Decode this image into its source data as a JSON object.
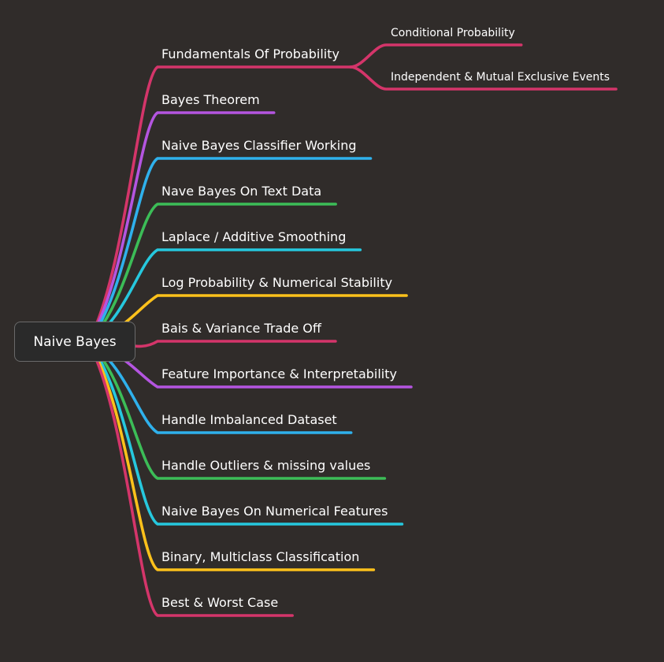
{
  "root": {
    "label": "Naive Bayes"
  },
  "topics": [
    {
      "label": "Fundamentals Of Probability",
      "color": "#d4356a",
      "children": [
        {
          "label": "Conditional Probability"
        },
        {
          "label": "Independent & Mutual Exclusive Events"
        }
      ]
    },
    {
      "label": "Bayes Theorem",
      "color": "#b455e0"
    },
    {
      "label": "Naive Bayes Classifier Working",
      "color": "#2fb1ec"
    },
    {
      "label": "Nave Bayes On Text Data",
      "color": "#3cbd57"
    },
    {
      "label": "Laplace / Additive Smoothing",
      "color": "#26c8de"
    },
    {
      "label": "Log Probability & Numerical Stability",
      "color": "#fcc11b"
    },
    {
      "label": "Bais & Variance Trade Off",
      "color": "#d4356a"
    },
    {
      "label": "Feature Importance & Interpretability",
      "color": "#b455e0"
    },
    {
      "label": "Handle Imbalanced Dataset",
      "color": "#2fb1ec"
    },
    {
      "label": "Handle Outliers & missing values",
      "color": "#3cbd57"
    },
    {
      "label": "Naive Bayes On Numerical Features",
      "color": "#26c8de"
    },
    {
      "label": "Binary, Multiclass Classification",
      "color": "#fcc11b"
    },
    {
      "label": "Best & Worst Case",
      "color": "#d4356a"
    }
  ]
}
